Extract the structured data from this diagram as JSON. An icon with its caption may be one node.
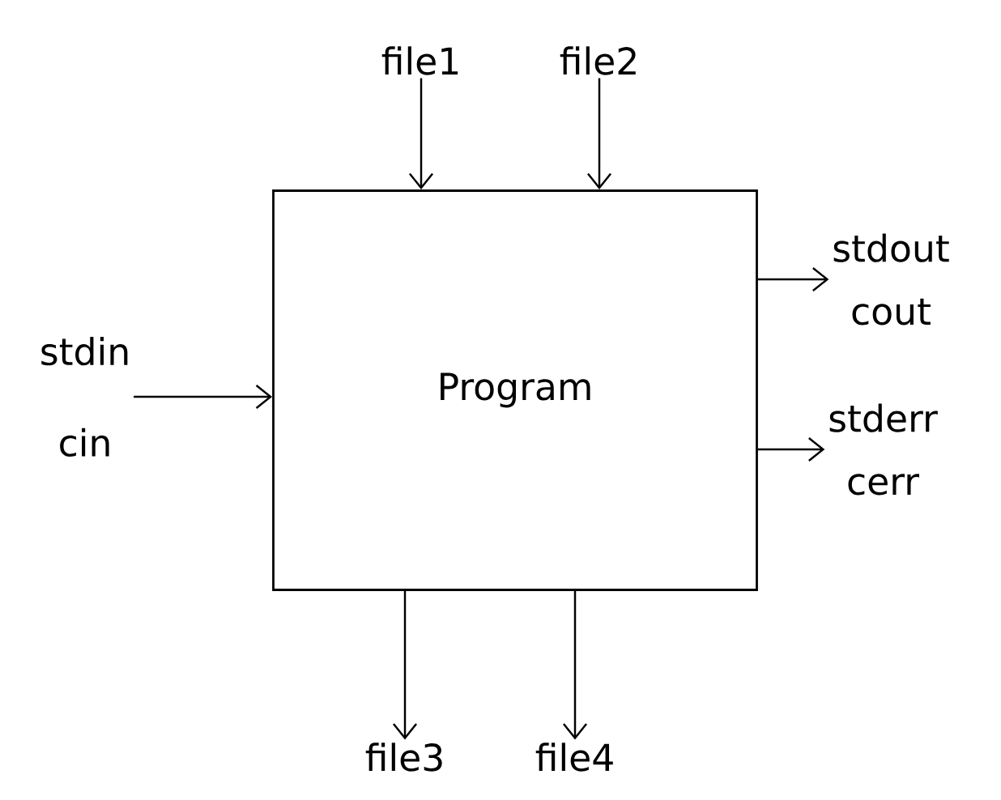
{
  "diagram": {
    "nodes": [
      {
        "text": [
          "Program"
        ]
      },
      {
        "text": [
          "file1"
        ]
      },
      {
        "text": [
          "file2"
        ]
      },
      {
        "text": [
          "stdin",
          "cin"
        ]
      },
      {
        "text": [
          "stdout",
          "cout"
        ]
      },
      {
        "text": [
          "stderr",
          "cerr"
        ]
      },
      {
        "text": [
          "file3"
        ]
      },
      {
        "text": [
          "file4"
        ]
      }
    ],
    "edges": [
      {
        "from": 1,
        "to": 0,
        "arrow": "to"
      },
      {
        "from": 2,
        "to": 0,
        "arrow": "to"
      },
      {
        "from": 3,
        "to": 0,
        "arrow": "to"
      },
      {
        "from": 0,
        "to": 4,
        "arrow": "to"
      },
      {
        "from": 0,
        "to": 5,
        "arrow": "to"
      },
      {
        "from": 0,
        "to": 6,
        "arrow": "to"
      },
      {
        "from": 0,
        "to": 7,
        "arrow": "to"
      }
    ]
  }
}
